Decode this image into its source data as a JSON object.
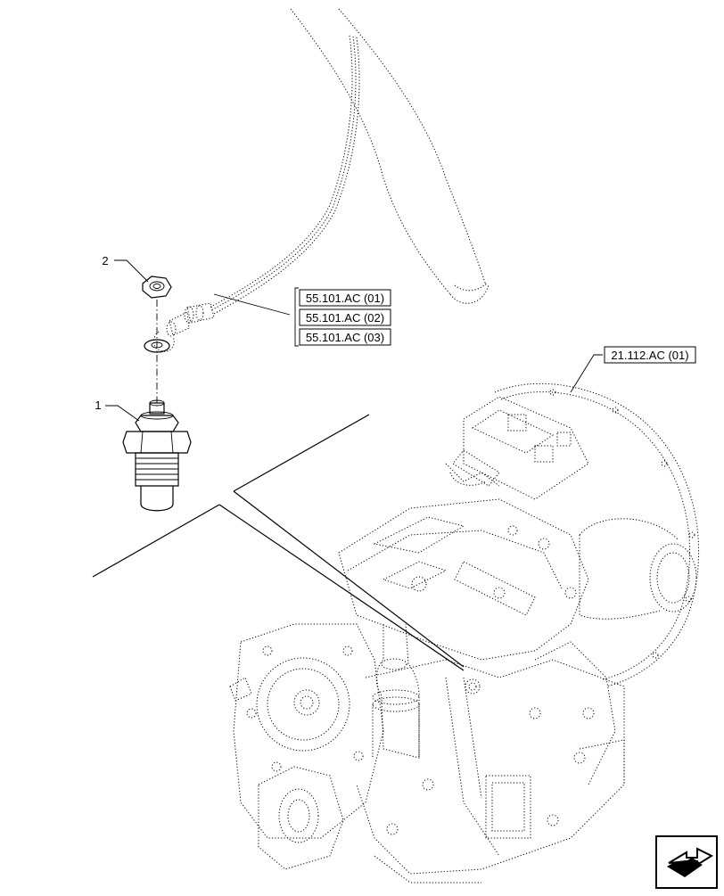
{
  "callouts": [
    {
      "number": "1"
    },
    {
      "number": "2"
    }
  ],
  "references": {
    "harness": [
      "55.101.AC (01)",
      "55.101.AC (02)",
      "55.101.AC (03)"
    ],
    "transmission": "21.112.AC (01)"
  },
  "navigation": {
    "icon": "next-page-arrow-icon"
  }
}
